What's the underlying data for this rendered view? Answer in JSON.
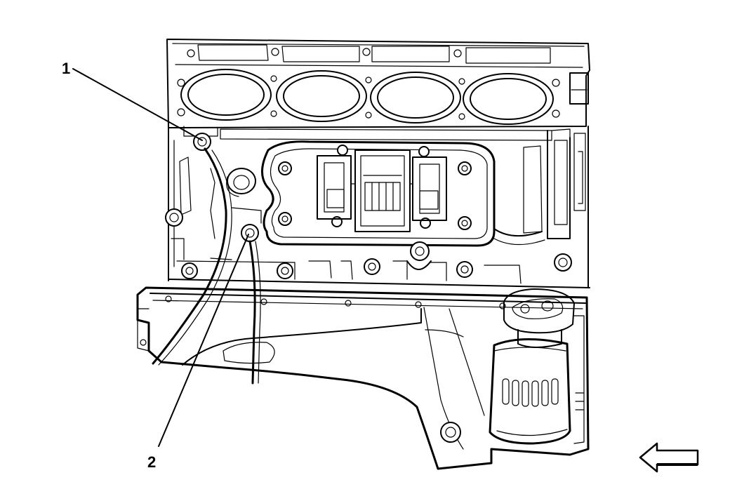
{
  "callouts": [
    {
      "id": "1",
      "label": "1"
    },
    {
      "id": "2",
      "label": "2"
    }
  ],
  "icons": {
    "view_direction": "left-arrow-icon"
  },
  "colors": {
    "line": "#000000",
    "background": "#ffffff"
  }
}
